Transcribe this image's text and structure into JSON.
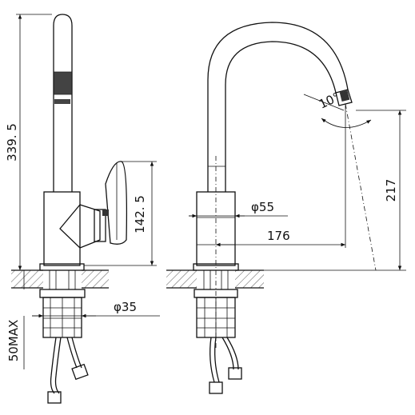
{
  "front_view": {
    "dim_total_height": "339. 5",
    "dim_lever_height": "142. 5",
    "dim_shank_diameter": "φ35",
    "dim_max_thickness": "50MAX"
  },
  "side_view": {
    "dim_base_diameter": "φ55",
    "dim_reach": "176",
    "dim_spout_height": "217",
    "dim_spout_angle": "10°"
  }
}
